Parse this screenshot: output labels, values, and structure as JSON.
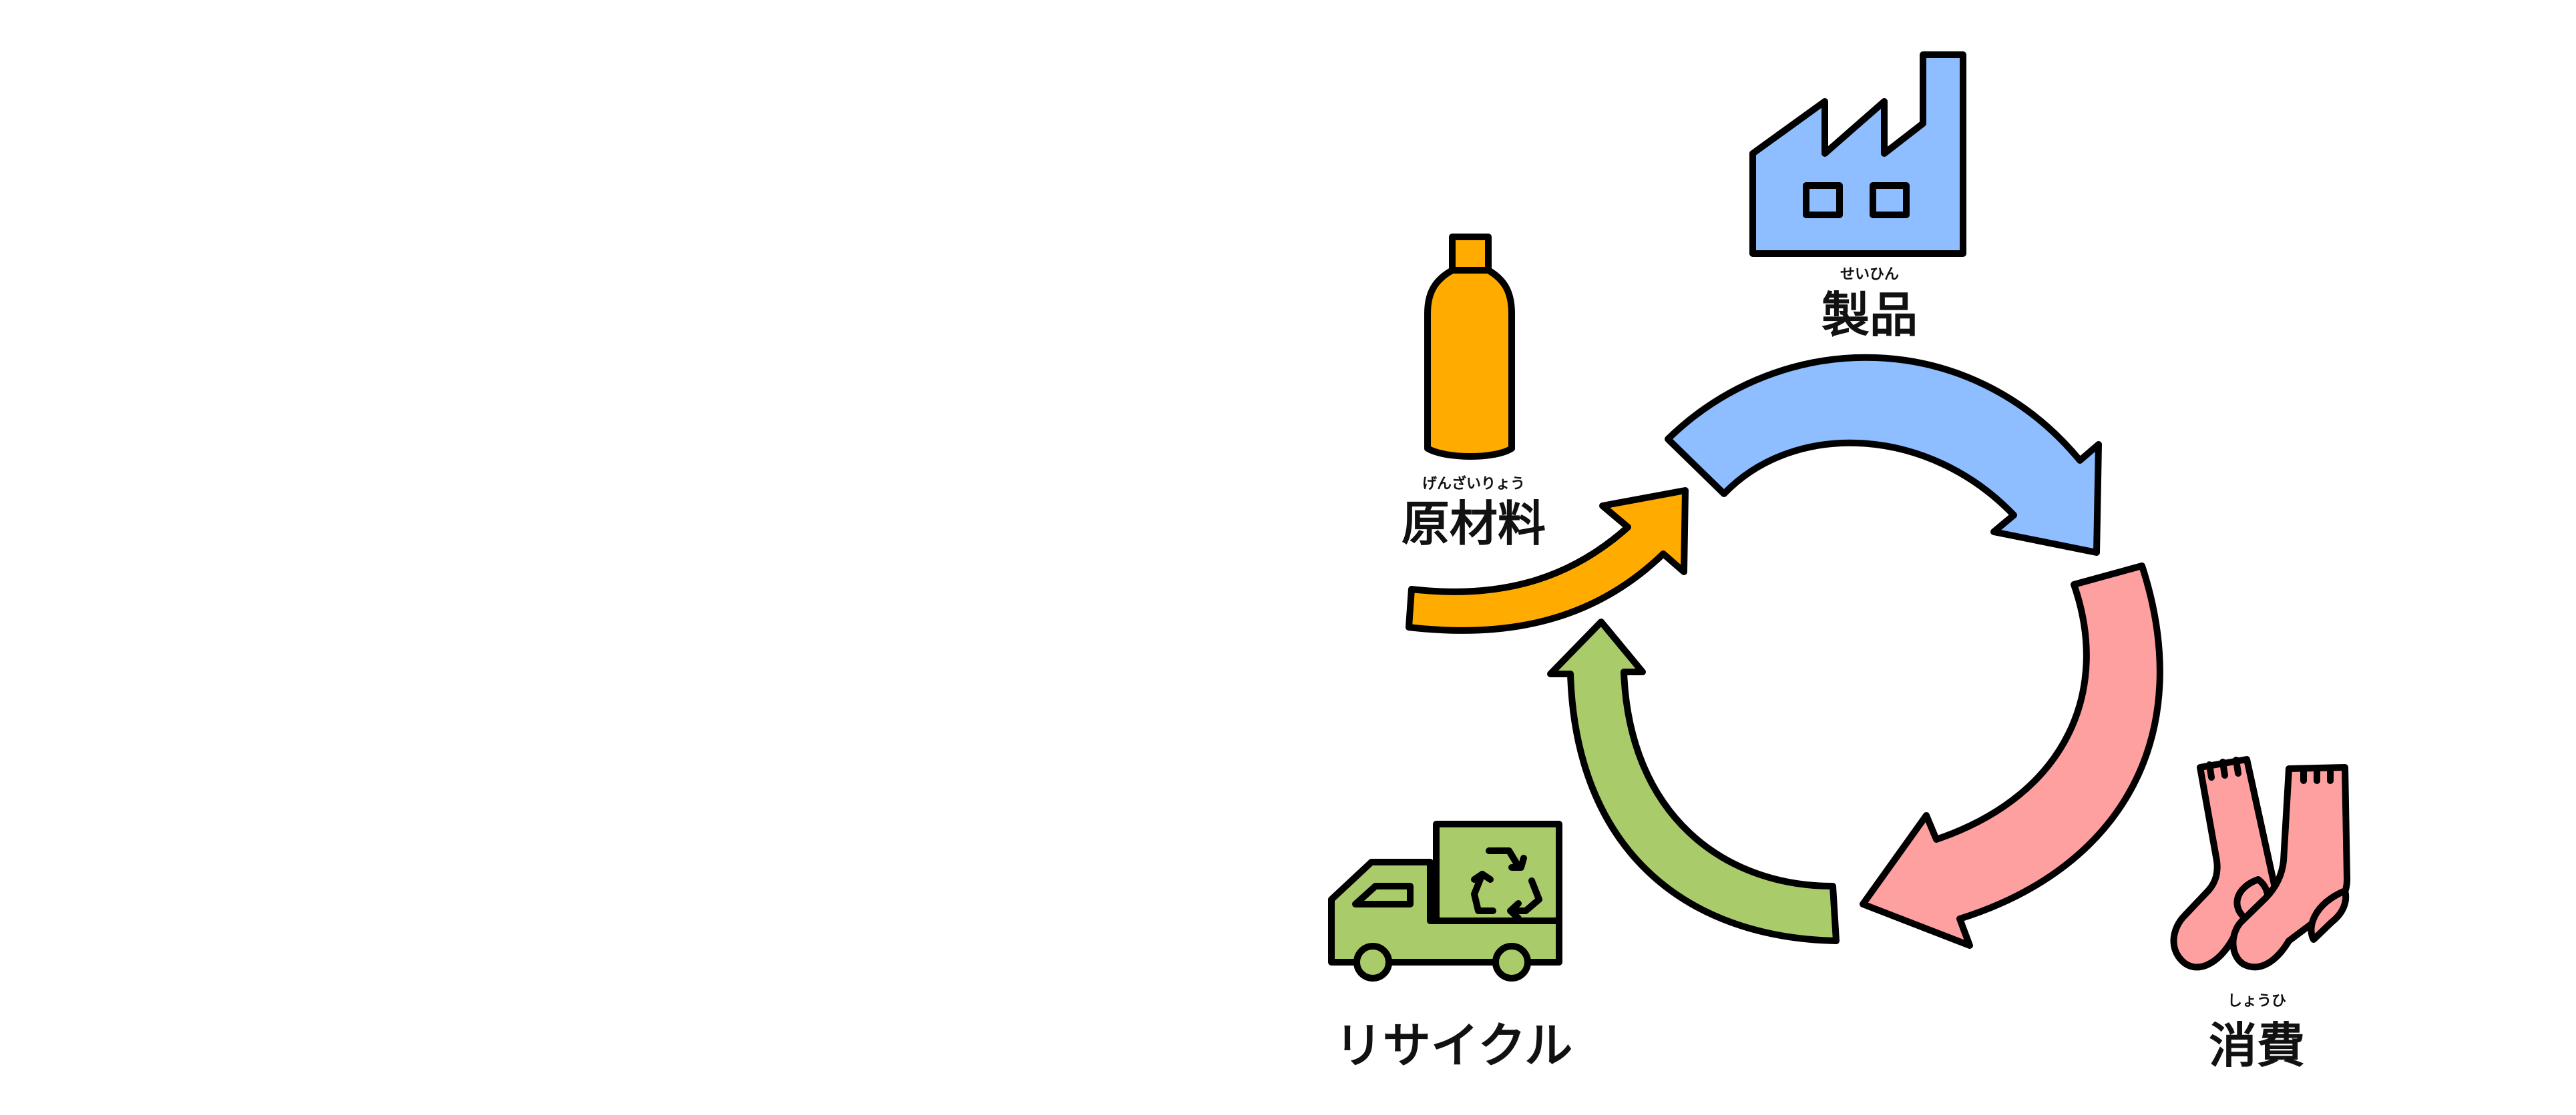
{
  "labels": {
    "product": {
      "ruby": "せいひん",
      "text": "製品"
    },
    "raw_materials": {
      "ruby": "げんざいりょう",
      "text": "原材料"
    },
    "consumption": {
      "ruby": "しょうひ",
      "text": "消費"
    },
    "recycle": {
      "text": "リサイクル"
    }
  },
  "icons": {
    "product": "factory-icon",
    "raw_materials": "bottle-icon",
    "consumption": "socks-icon",
    "recycle": "recycling-truck-icon"
  },
  "colors": {
    "blue": "#8EBEFF",
    "pink": "#FFA0A0",
    "green": "#AACB6A",
    "orange": "#FFAB00",
    "outline": "#000000",
    "background": "#FFFFFF"
  }
}
